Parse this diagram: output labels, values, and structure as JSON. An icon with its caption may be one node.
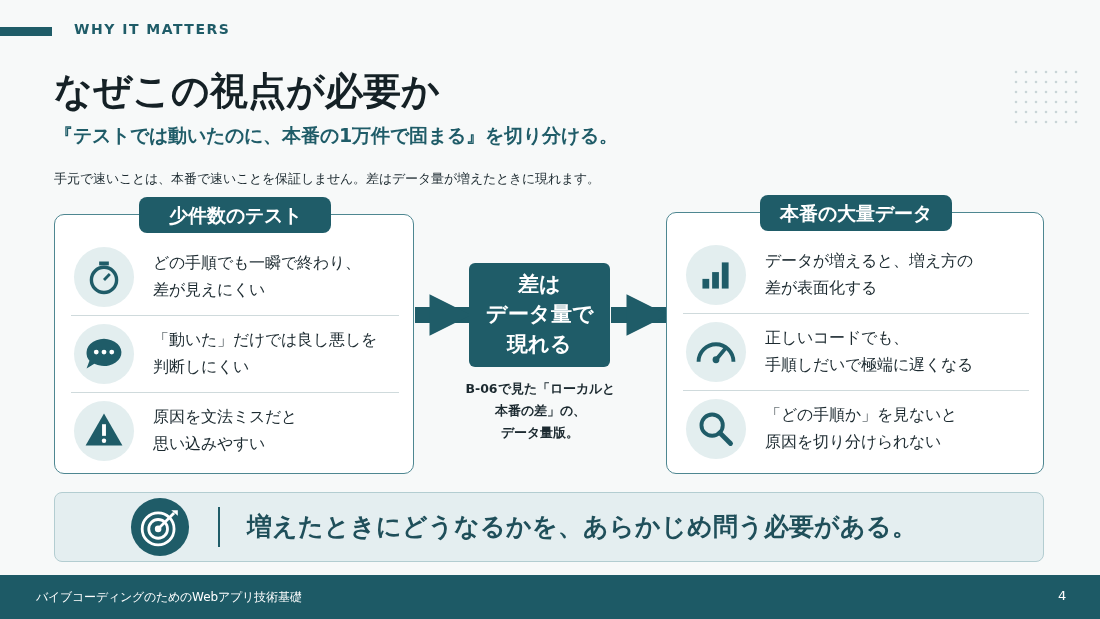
{
  "diagram": {
    "title": "なぜこの視点が必要か",
    "nodes": [
      {
        "text": [
          "少件数のテスト",
          "どの手順でも一瞬で終わり、差が見えにくい",
          "「動いた」だけでは良し悪しを判断しにくい",
          "原因を文法ミスだと思い込みやすい"
        ]
      },
      {
        "text": [
          "差はデータ量で現れる"
        ],
        "beside": [
          "B-06で見た「ローカルと本番の差」の、データ量版。"
        ]
      },
      {
        "text": [
          "本番の大量データ",
          "データが増えると、増え方の差が表面化する",
          "正しいコードでも、手順しだいで極端に遅くなる",
          "「どの手順か」を見ないと原因を切り分けられない"
        ]
      },
      {
        "text": [
          "増えたときにどうなるかを、あらかじめ問う必要がある。"
        ]
      }
    ],
    "edges": [
      {
        "from": 0,
        "to": 1,
        "arrow": "to"
      },
      {
        "from": 1,
        "to": 2,
        "arrow": "to"
      }
    ],
    "labels": [
      "WHY IT MATTERS",
      "『テストでは動いたのに、本番の1万件で固まる』を切り分ける。",
      "手元で速いことは、本番で速いことを保証しません。差はデータ量が増えたときに現れます。",
      "バイブコーディングのためのWebアプリ技術基礎",
      "4"
    ]
  }
}
